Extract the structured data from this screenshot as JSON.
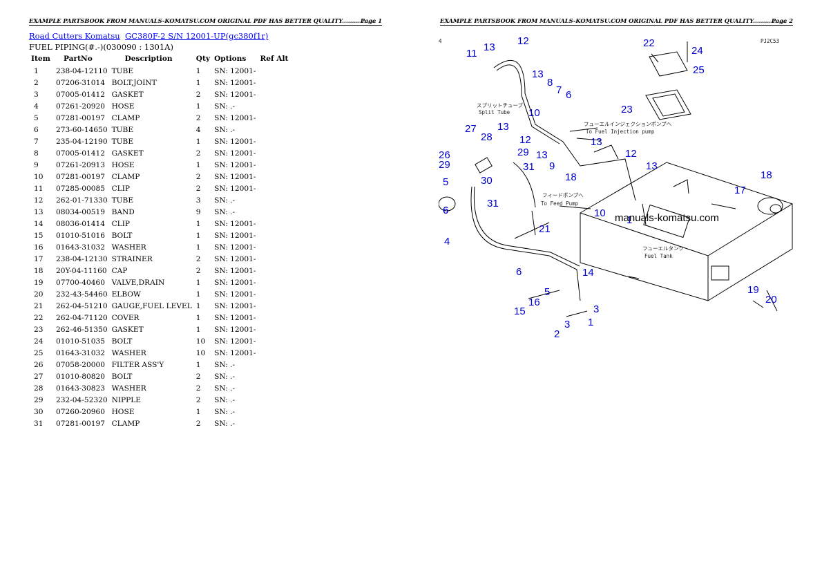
{
  "page1": {
    "header_text": "EXAMPLE PARTSBOOK FROM MANUALS-KOMATSU.COM ORIGINAL PDF HAS BETTER QUALITY.................",
    "page_label": "Page 1",
    "breadcrumb": {
      "link1": "Road Cutters Komatsu",
      "link2": "GC380F-2 S/N  12001-UP(gc380f1r)"
    },
    "subtitle": "FUEL PIPING(#.-)(030090 : 1301A)",
    "table": {
      "headers": [
        "Item",
        "PartNo",
        "Description",
        "Qty",
        "Options",
        "Ref Alt"
      ],
      "rows": [
        [
          "1",
          "238-04-12110",
          "TUBE",
          "1",
          "SN: 12001-"
        ],
        [
          "2",
          "07206-31014",
          "BOLT,JOINT",
          "1",
          "SN: 12001-"
        ],
        [
          "3",
          "07005-01412",
          "GASKET",
          "2",
          "SN: 12001-"
        ],
        [
          "4",
          "07261-20920",
          "HOSE",
          "1",
          "SN: .-"
        ],
        [
          "5",
          "07281-00197",
          "CLAMP",
          "2",
          "SN: 12001-"
        ],
        [
          "6",
          "273-60-14650",
          "TUBE",
          "4",
          "SN: .-"
        ],
        [
          "7",
          "235-04-12190",
          "TUBE",
          "1",
          "SN: 12001-"
        ],
        [
          "8",
          "07005-01412",
          "GASKET",
          "2",
          "SN: 12001-"
        ],
        [
          "9",
          "07261-20913",
          "HOSE",
          "1",
          "SN: 12001-"
        ],
        [
          "10",
          "07281-00197",
          "CLAMP",
          "2",
          "SN: 12001-"
        ],
        [
          "11",
          "07285-00085",
          "CLIP",
          "2",
          "SN: 12001-"
        ],
        [
          "12",
          "262-01-71330",
          "TUBE",
          "3",
          "SN: .-"
        ],
        [
          "13",
          "08034-00519",
          "BAND",
          "9",
          "SN: .-"
        ],
        [
          "14",
          "08036-01414",
          "CLIP",
          "1",
          "SN: 12001-"
        ],
        [
          "15",
          "01010-51016",
          "BOLT",
          "1",
          "SN: 12001-"
        ],
        [
          "16",
          "01643-31032",
          "WASHER",
          "1",
          "SN: 12001-"
        ],
        [
          "17",
          "238-04-12130",
          "STRAINER",
          "2",
          "SN: 12001-"
        ],
        [
          "18",
          "20Y-04-11160",
          "CAP",
          "2",
          "SN: 12001-"
        ],
        [
          "19",
          "07700-40460",
          "VALVE,DRAIN",
          "1",
          "SN: 12001-"
        ],
        [
          "20",
          "232-43-54460",
          "ELBOW",
          "1",
          "SN: 12001-"
        ],
        [
          "21",
          "262-04-51210",
          "GAUGE,FUEL LEVEL",
          "1",
          "SN: 12001-"
        ],
        [
          "22",
          "262-04-71120",
          "COVER",
          "1",
          "SN: 12001-"
        ],
        [
          "23",
          "262-46-51350",
          "GASKET",
          "1",
          "SN: 12001-"
        ],
        [
          "24",
          "01010-51035",
          "BOLT",
          "10",
          "SN: 12001-"
        ],
        [
          "25",
          "01643-31032",
          "WASHER",
          "10",
          "SN: 12001-"
        ],
        [
          "26",
          "07058-20000",
          "FILTER ASS'Y",
          "1",
          "SN: .-"
        ],
        [
          "27",
          "01010-80820",
          "BOLT",
          "2",
          "SN: .-"
        ],
        [
          "28",
          "01643-30823",
          "WASHER",
          "2",
          "SN: .-"
        ],
        [
          "29",
          "232-04-52320",
          "NIPPLE",
          "2",
          "SN: .-"
        ],
        [
          "30",
          "07260-20960",
          "HOSE",
          "1",
          "SN: .-"
        ],
        [
          "31",
          "07281-00197",
          "CLAMP",
          "2",
          "SN: .-"
        ]
      ]
    }
  },
  "page2": {
    "header_text": "EXAMPLE PARTSBOOK FROM MANUALS-KOMATSU.COM ORIGINAL PDF HAS BETTER QUALITY.................",
    "page_label": "Page 2",
    "diagram": {
      "code": "PJ2C53",
      "corner_mark": "4",
      "watermark": "manuals-komatsu.com",
      "notes": {
        "split_tube_jp": "スプリットチューブ",
        "split_tube_en": "Split Tube",
        "to_injection_jp": "フューエルインジェクションポンプへ",
        "to_injection_en": "To Fuel Injection pump",
        "to_feed_jp": "フィードポンプへ",
        "to_feed_en": "To Feed Pump",
        "fuel_tank_jp": "フューエルタンク",
        "fuel_tank_en": "Fuel Tank"
      },
      "callouts": [
        "11",
        "13",
        "12",
        "13",
        "8",
        "7",
        "6",
        "10",
        "13",
        "12",
        "13",
        "9",
        "13",
        "12",
        "13",
        "18",
        "10",
        "1",
        "22",
        "24",
        "25",
        "23",
        "17",
        "18",
        "27",
        "28",
        "26",
        "29",
        "29",
        "31",
        "5",
        "30",
        "6",
        "6",
        "4",
        "31",
        "21",
        "6",
        "14",
        "15",
        "16",
        "5",
        "3",
        "1",
        "3",
        "2",
        "19",
        "20"
      ]
    }
  }
}
